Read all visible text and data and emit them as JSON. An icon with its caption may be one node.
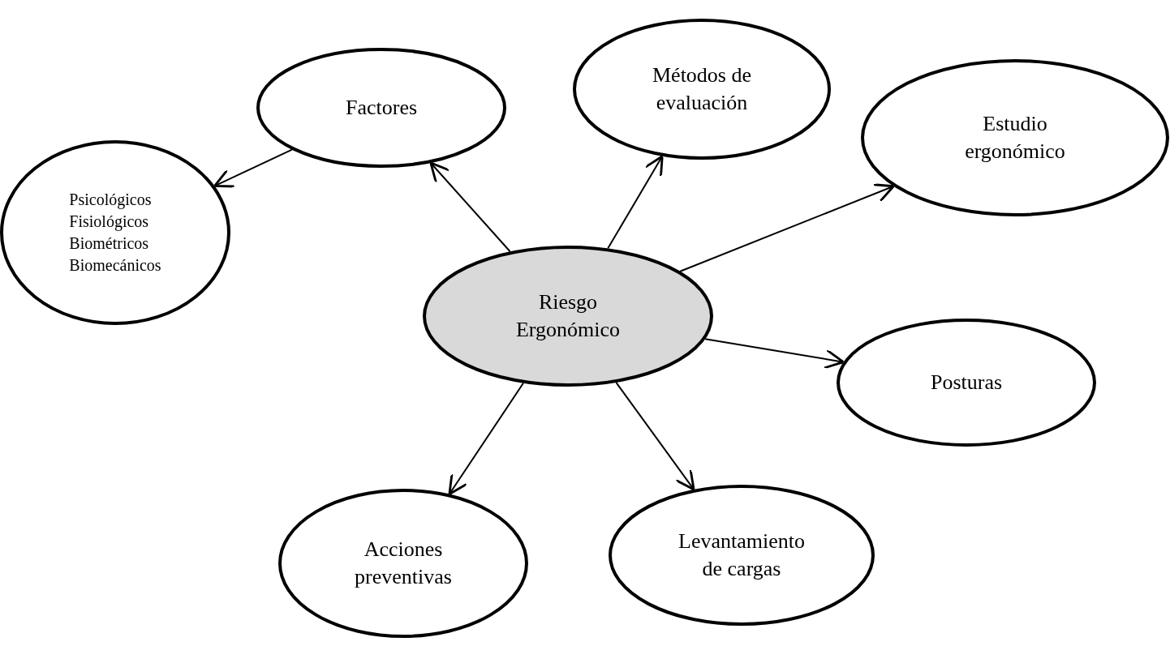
{
  "diagram": {
    "nodes": [
      {
        "text": [
          "Riesgo Ergonómico"
        ]
      },
      {
        "text": [
          "Factores"
        ]
      },
      {
        "text": [
          "Métodos de evaluación"
        ]
      },
      {
        "text": [
          "Estudio ergonómico"
        ]
      },
      {
        "text": [
          "Posturas"
        ]
      },
      {
        "text": [
          "Levantamiento de cargas"
        ]
      },
      {
        "text": [
          "Acciones preventivas"
        ]
      },
      {
        "text": [
          "Psicológicos",
          "Fisiológicos",
          "Biométricos",
          "Biomecánicos"
        ]
      }
    ],
    "edges": [
      {
        "from": 0,
        "to": 1,
        "arrow": "to"
      },
      {
        "from": 0,
        "to": 2,
        "arrow": "to"
      },
      {
        "from": 0,
        "to": 3,
        "arrow": "to"
      },
      {
        "from": 0,
        "to": 4,
        "arrow": "to"
      },
      {
        "from": 0,
        "to": 5,
        "arrow": "to"
      },
      {
        "from": 0,
        "to": 6,
        "arrow": "to"
      },
      {
        "from": 1,
        "to": 7,
        "arrow": "to"
      }
    ]
  }
}
